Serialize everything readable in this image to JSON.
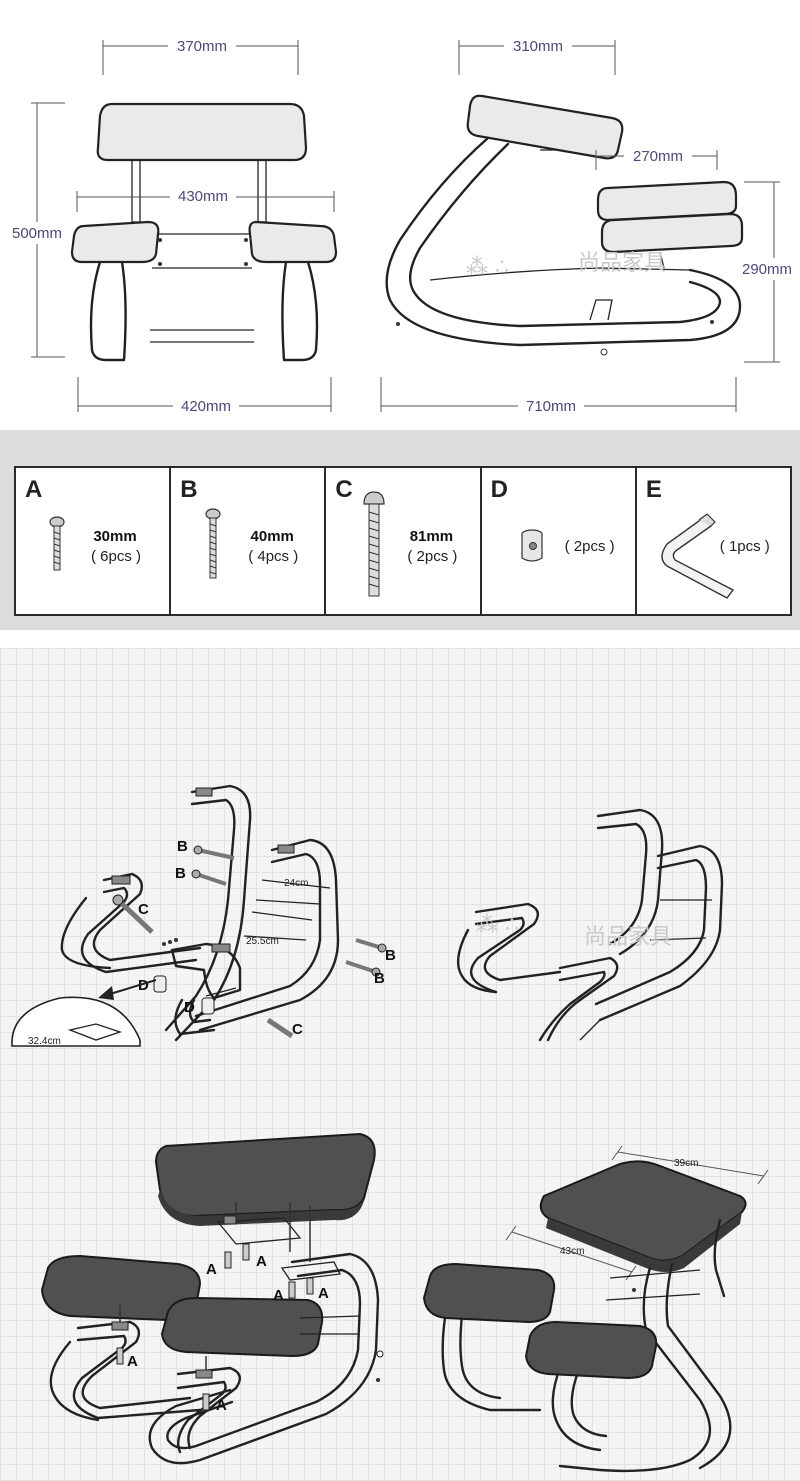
{
  "top_view": {
    "front": {
      "seat_width": "370mm",
      "knee_span": "430mm",
      "height": "500mm",
      "base_width": "420mm"
    },
    "side": {
      "seat_depth": "310mm",
      "knee_pad": "270mm",
      "knee_height": "290mm",
      "length": "710mm"
    },
    "watermark": "尚品家具"
  },
  "parts": [
    {
      "letter": "A",
      "size": "30mm",
      "qty": "( 6pcs )",
      "icon": "short-bolt-icon"
    },
    {
      "letter": "B",
      "size": "40mm",
      "qty": "( 4pcs )",
      "icon": "medium-bolt-icon"
    },
    {
      "letter": "C",
      "size": "81mm",
      "qty": "( 2pcs )",
      "icon": "long-bolt-icon"
    },
    {
      "letter": "D",
      "size": "",
      "qty": "( 2pcs )",
      "icon": "barrel-nut-icon"
    },
    {
      "letter": "E",
      "size": "",
      "qty": "( 1pcs )",
      "icon": "hex-key-icon"
    }
  ],
  "step1": {
    "labels": {
      "b1": "B",
      "b2": "B",
      "b3": "B",
      "b4": "B",
      "c1": "C",
      "c2": "C",
      "d1": "D",
      "d2": "D"
    },
    "dims": {
      "crossbar_top": "24cm",
      "crossbar_bottom": "25.5cm",
      "detail": "32.4cm"
    },
    "watermark": "尚品家具"
  },
  "step2": {
    "labels": {
      "a1": "A",
      "a2": "A",
      "a3": "A",
      "a4": "A",
      "a5": "A",
      "a6": "A"
    },
    "dims": {
      "seat_depth": "39cm",
      "seat_width": "43cm"
    }
  }
}
